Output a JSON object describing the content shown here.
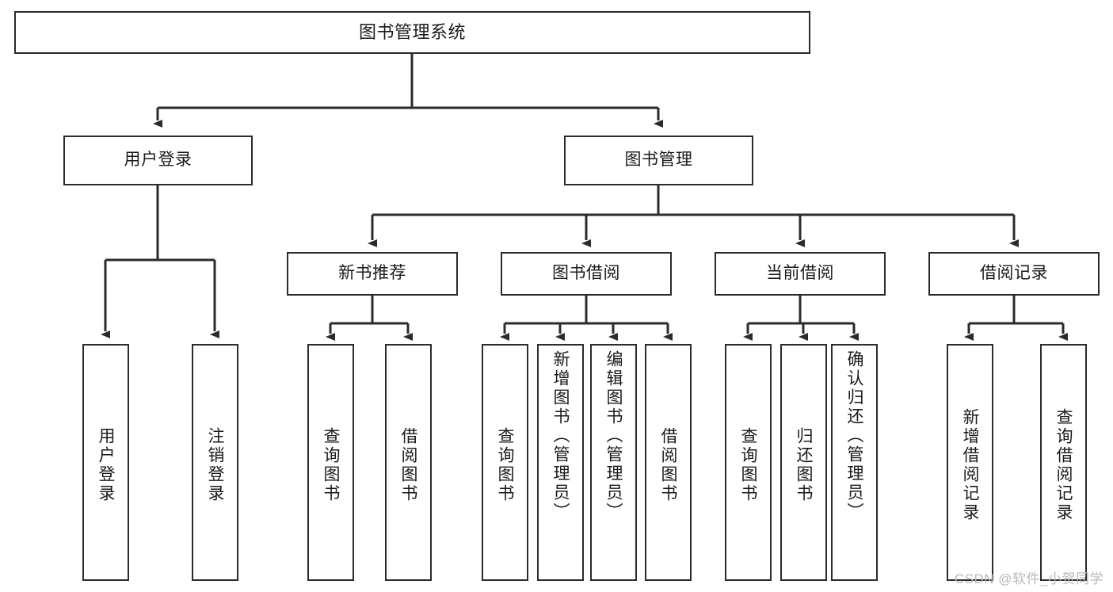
{
  "diagram": {
    "type": "tree-hierarchy",
    "title": "图书管理系统",
    "watermark": "CSDN @软件_小贺同学",
    "colors": {
      "stroke": "#2b2b2b",
      "fill": "#ffffff",
      "text": "#1a1a1a",
      "watermark": "#b8b8b8"
    },
    "root": {
      "label": "图书管理系统"
    },
    "level2": [
      {
        "label": "用户登录"
      },
      {
        "label": "图书管理"
      }
    ],
    "level3": [
      {
        "label": "新书推荐"
      },
      {
        "label": "图书借阅"
      },
      {
        "label": "当前借阅"
      },
      {
        "label": "借阅记录"
      }
    ],
    "leaves": {
      "user_login": [
        {
          "label": "用户登录"
        },
        {
          "label": "注销登录"
        }
      ],
      "new_book_recommend": [
        {
          "label": "查询图书"
        },
        {
          "label": "借阅图书"
        }
      ],
      "book_borrow": [
        {
          "label": "查询图书"
        },
        {
          "label": "新增图书（管理员）"
        },
        {
          "label": "编辑图书（管理员）"
        },
        {
          "label": "借阅图书"
        }
      ],
      "current_borrow": [
        {
          "label": "查询图书"
        },
        {
          "label": "归还图书"
        },
        {
          "label": "确认归还（管理员）"
        }
      ],
      "borrow_record": [
        {
          "label": "新增借阅记录"
        },
        {
          "label": "查询借阅记录"
        }
      ]
    }
  }
}
